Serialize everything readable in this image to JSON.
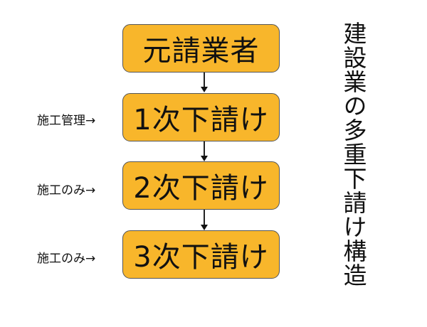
{
  "diagram": {
    "title": "建設業の多重下請け構造",
    "box_fill_color": "#F8B62B",
    "box_border_color": "#555555",
    "levels": [
      {
        "label": "元請業者",
        "side_note": null
      },
      {
        "label": "1次下請け",
        "side_note": "施工管理→"
      },
      {
        "label": "2次下請け",
        "side_note": "施工のみ→"
      },
      {
        "label": "3次下請け",
        "side_note": "施工のみ→"
      }
    ],
    "connectors": [
      {
        "from": "元請業者",
        "to": "1次下請け",
        "icon": "arrow-down-icon"
      },
      {
        "from": "1次下請け",
        "to": "2次下請け",
        "icon": "arrow-down-icon"
      },
      {
        "from": "2次下請け",
        "to": "3次下請け",
        "icon": "arrow-down-icon"
      }
    ]
  }
}
